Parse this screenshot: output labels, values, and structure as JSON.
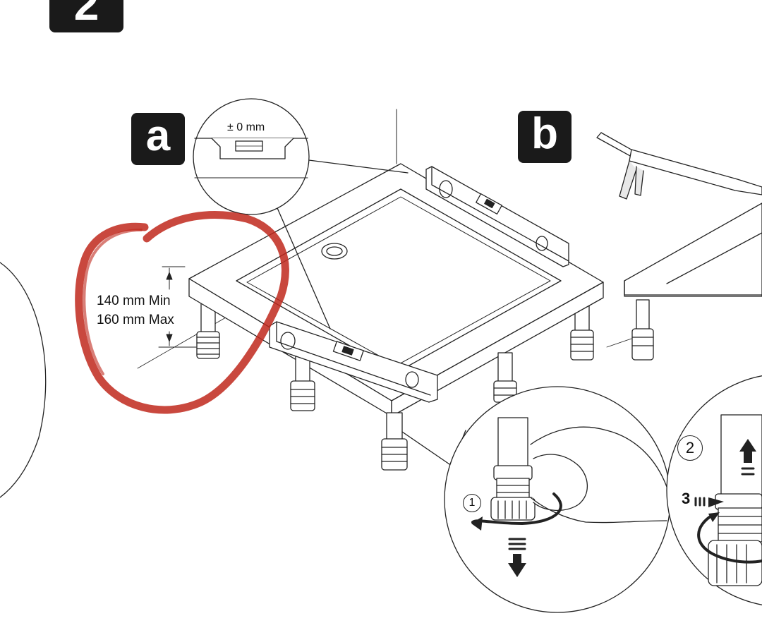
{
  "step_badge": "2",
  "panel_a": {
    "badge": "a",
    "level_readout": "± 0 mm"
  },
  "panel_b": {
    "badge": "b"
  },
  "height": {
    "min": "140 mm Min",
    "max": "160 mm Max"
  },
  "detail_steps": {
    "one": "1",
    "two": "2",
    "three": "3"
  },
  "colors": {
    "ink": "#1a1a1a",
    "annotation": "#c0281c",
    "background": "#ffffff"
  },
  "icons": [
    "spirit-level-icon",
    "caulking-gun-icon",
    "adjustable-foot-icon",
    "hand-icon",
    "rotate-arrow-icon",
    "down-arrow-icon",
    "up-arrow-icon"
  ]
}
